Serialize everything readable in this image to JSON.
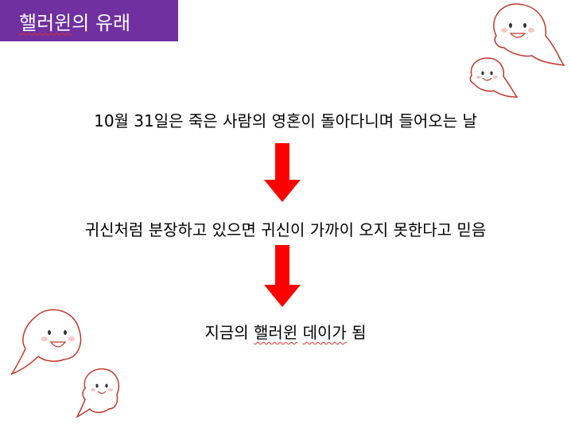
{
  "slide": {
    "title_part1": "핼러윈",
    "title_part2": "의 유래",
    "line1": "10월 31일은 죽은 사람의 영혼이 돌아다니며 들어오는 날",
    "line2": "귀신처럼 분장하고 있으면 귀신이 가까이 오지 못한다고 믿음",
    "line3_part1": "지금의 ",
    "line3_part2": "핼러윈",
    "line3_part3": " ",
    "line3_part4": "데이가",
    "line3_part5": " 됨"
  },
  "colors": {
    "title_bg": "#7030a0",
    "arrow": "#ff0000",
    "ghost_outline": "#c0392b"
  },
  "icons": {
    "ghost": "ghost-icon",
    "arrow": "down-arrow-icon"
  }
}
